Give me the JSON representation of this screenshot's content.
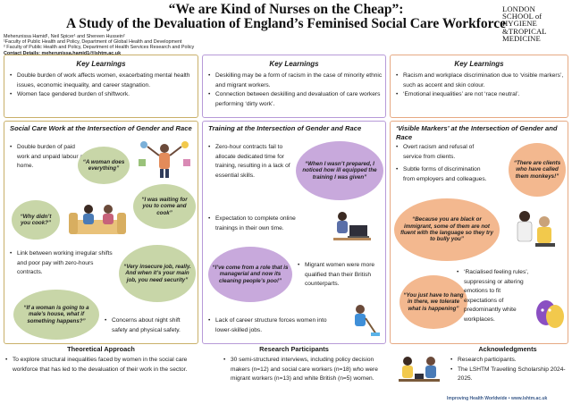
{
  "header": {
    "title_line1": "“We are Kind of Nurses on the Cheap”:",
    "title_line2": "A Study of the Devaluation of England’s Feminised Social Care Workforce",
    "logo_lines": [
      "LONDON",
      "SCHOOL of",
      "HYGIENE",
      "&TROPICAL",
      "MEDICINE"
    ],
    "authors": "Meherunissa Hamid¹, Neil Spicer¹ and Shereen Hussein²",
    "affil1": "¹Faculty of Public Health and Policy, Department of Global Health and Development",
    "affil2": "² Faculty of Public Health and Policy, Department of Health Services Research and Policy",
    "contact_label": "Contact Details:",
    "contact_email": "meherunissa.hamid1@lshtm.ac.uk"
  },
  "key_learnings": [
    {
      "title": "Key Learnings",
      "items": [
        "Double burden of work affects women, exacerbating mental health issues, economic inequality, and career stagnation.",
        "Women face gendered burden of shiftwork."
      ]
    },
    {
      "title": "Key Learnings",
      "items": [
        "Deskilling may be a form of racism in the case of minority ethnic and migrant workers.",
        "Connection between deskilling and devaluation of care workers performing ‘dirty work’."
      ]
    },
    {
      "title": "Key Learnings",
      "items": [
        "Racism and workplace discrimination due to ‘visible markers’, such as accent and skin colour.",
        "‘Emotional inequalities’ are not ‘race neutral’."
      ]
    }
  ],
  "section1": {
    "title": "Social Care Work at the Intersection of Gender and Race",
    "bullet1": "Double burden of paid work and unpaid labour at home.",
    "bullet2": "Link between working irregular shifts and poor pay with zero-hours contracts.",
    "bullet3": "Concerns about night shift safety and physical safety.",
    "quote1": "“A woman does everything”",
    "quote2": "“I was waiting for you to come and cook”",
    "quote3": "“Why didn’t you cook?”",
    "quote4": "“Very insecure job, really. And when it’s your main job, you need security”",
    "quote5": "“If a woman is going to a male’s house, what if something happens?”"
  },
  "section2": {
    "title": "Training at the Intersection of Gender and Race",
    "bullet1": "Zero-hour contracts fail to allocate dedicated time for training, resulting in a lack of essential skills.",
    "bullet2": "Expectation to complete online trainings in their own time.",
    "bullet3": "Migrant women were more qualified than their British counterparts.",
    "bullet4": "Lack of career structure forces women into lower-skilled jobs.",
    "quote1": "“When I wasn’t prepared, I noticed how ill equipped the training I was given”",
    "quote2": "“I’ve come from a role that is managerial and now its cleaning people’s poo!”"
  },
  "section3": {
    "title": "‘Visible Markers’ at the Intersection of Gender and Race",
    "bullet1": "Overt racism and refusal of service from clients.",
    "bullet2": "Subtle forms of discrimination from employers and colleagues.",
    "bullet3": "‘Racialised feeling rules’, suppressing or altering emotions to fit expectations of predominantly white workplaces.",
    "quote1": "“There are clients who have called them monkeys!”",
    "quote2": "“Because you are black or immigrant, some of them are not fluent with the language so they try to bully you”",
    "quote3": "“You just have to hang in there, we tolerate what is happening”"
  },
  "bottom": {
    "approach_title": "Theoretical Approach",
    "approach_text": "To explore structural inequalities faced by women in the social care workforce that has led to the devaluation of their work in the sector.",
    "participants_title": "Research Participants",
    "participants_text": "30 semi-structured interviews, including policy decision makers (n=12) and social care workers (n=18) who were migrant workers (n=13) and white British (n=5) women.",
    "ack_title": "Acknowledgments",
    "ack_items": [
      "Research participants.",
      "The LSHTM Travelling Scholarship 2024-2025."
    ],
    "footer": "Improving Health Worldwide • www.lshtm.ac.uk"
  },
  "colors": {
    "green_bubble": "#c8d6a8",
    "purple_bubble": "#c8a9dc",
    "peach_bubble": "#f3b88f",
    "border_gold": "#c9b06a",
    "border_lavender": "#b79ad8",
    "border_peach": "#e6a983"
  }
}
